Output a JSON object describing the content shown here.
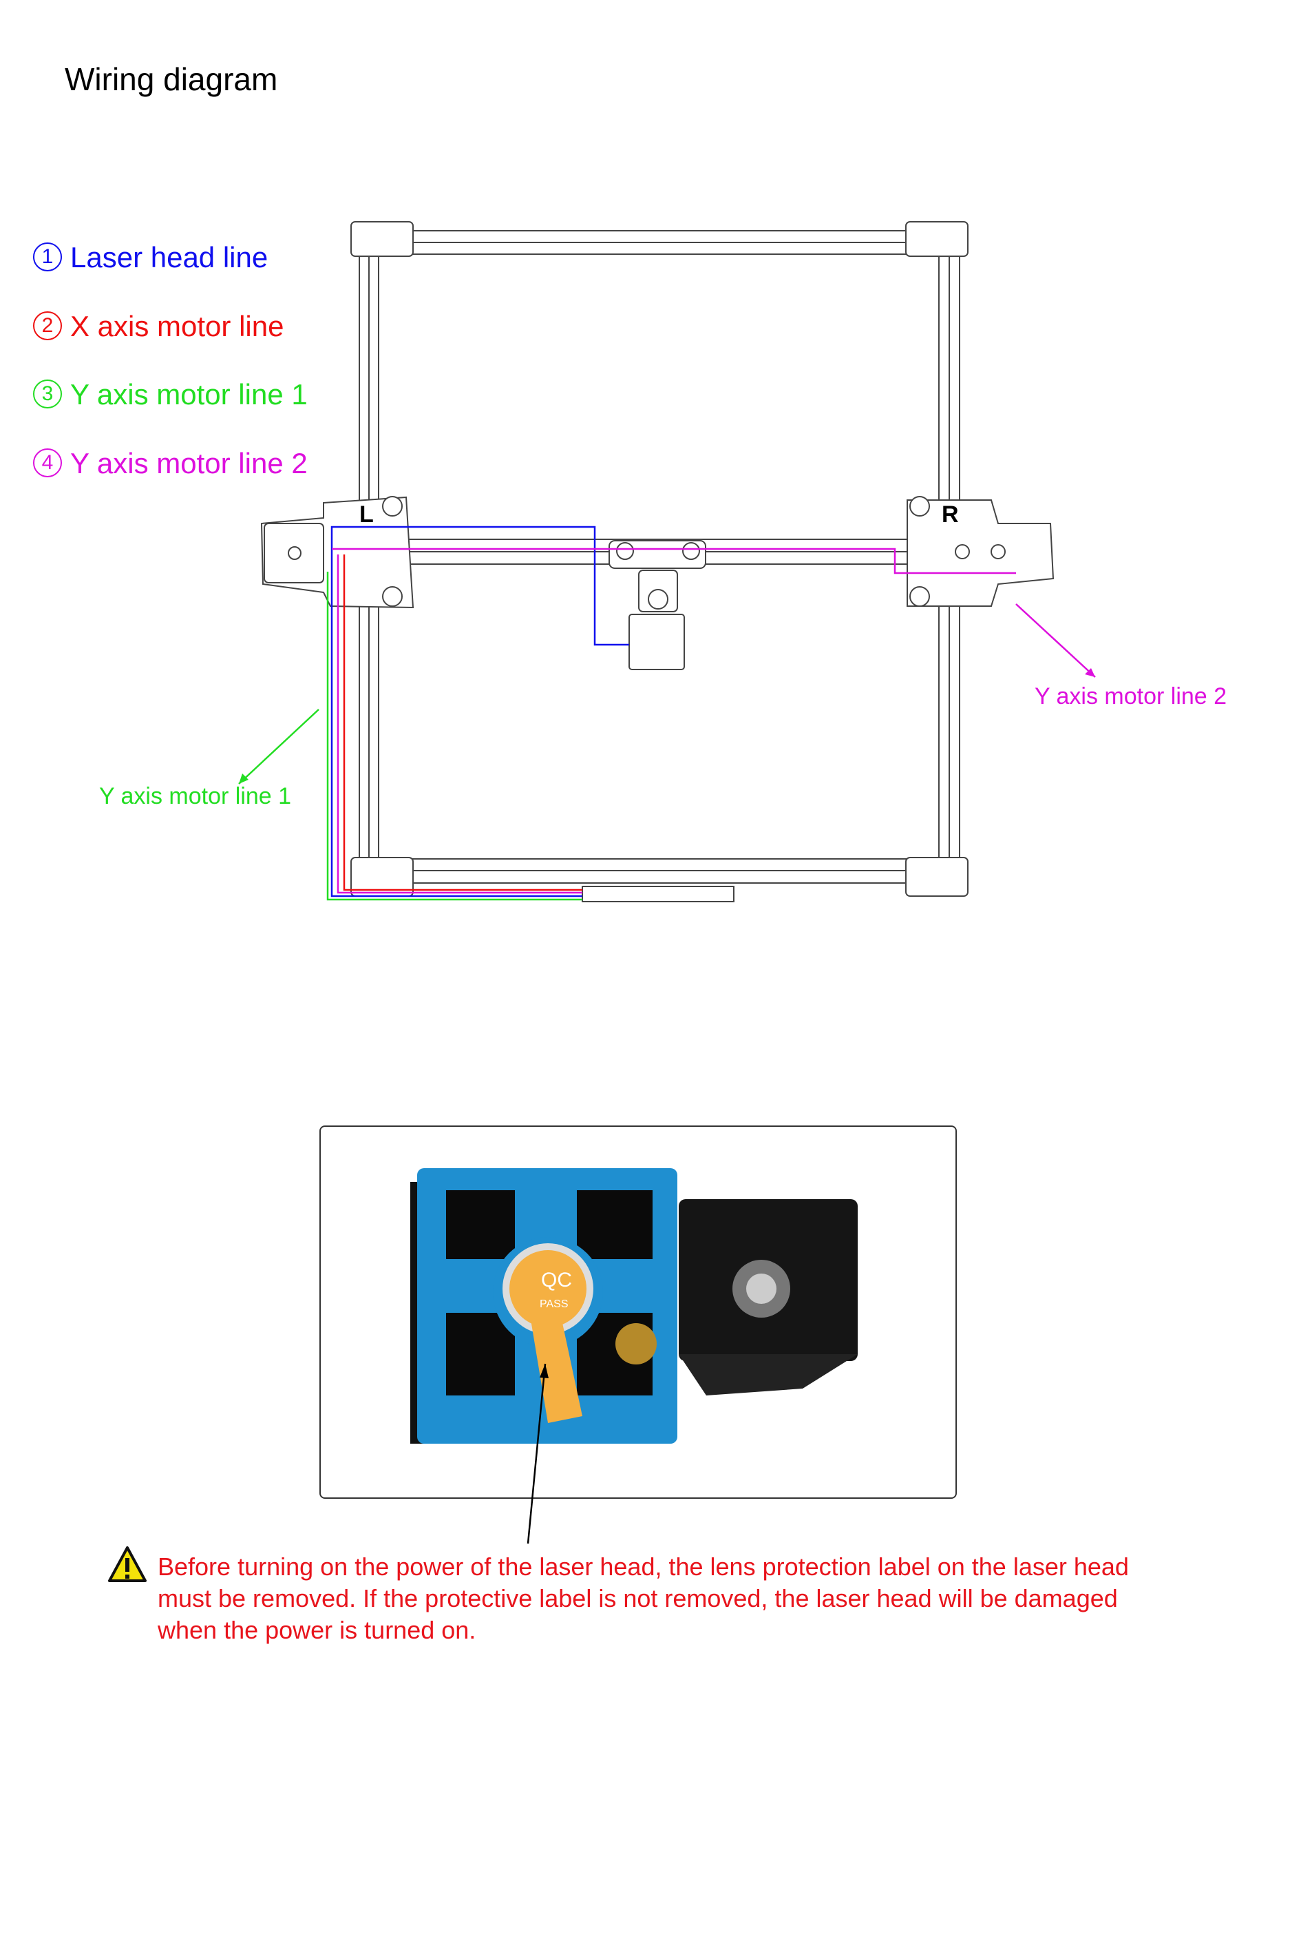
{
  "title": "Wiring diagram",
  "legend": [
    {
      "num": "1",
      "label": "Laser head line",
      "color": "#1010ee"
    },
    {
      "num": "2",
      "label": "X axis motor line",
      "color": "#ee1010"
    },
    {
      "num": "3",
      "label": "Y axis motor line 1",
      "color": "#22dd22"
    },
    {
      "num": "4",
      "label": "Y axis motor line 2",
      "color": "#dd10dd"
    }
  ],
  "markers": {
    "left": "L",
    "right": "R"
  },
  "callouts": {
    "y1": "Y axis motor line 1",
    "y2": "Y axis motor line 2"
  },
  "photo": {
    "label_line1": "QC",
    "label_line2": "PASS"
  },
  "warning": "Before turning on the power of the laser head, the lens protection label on the laser head must be removed. If the protective label is not removed, the laser head will be damaged when the power is turned on."
}
